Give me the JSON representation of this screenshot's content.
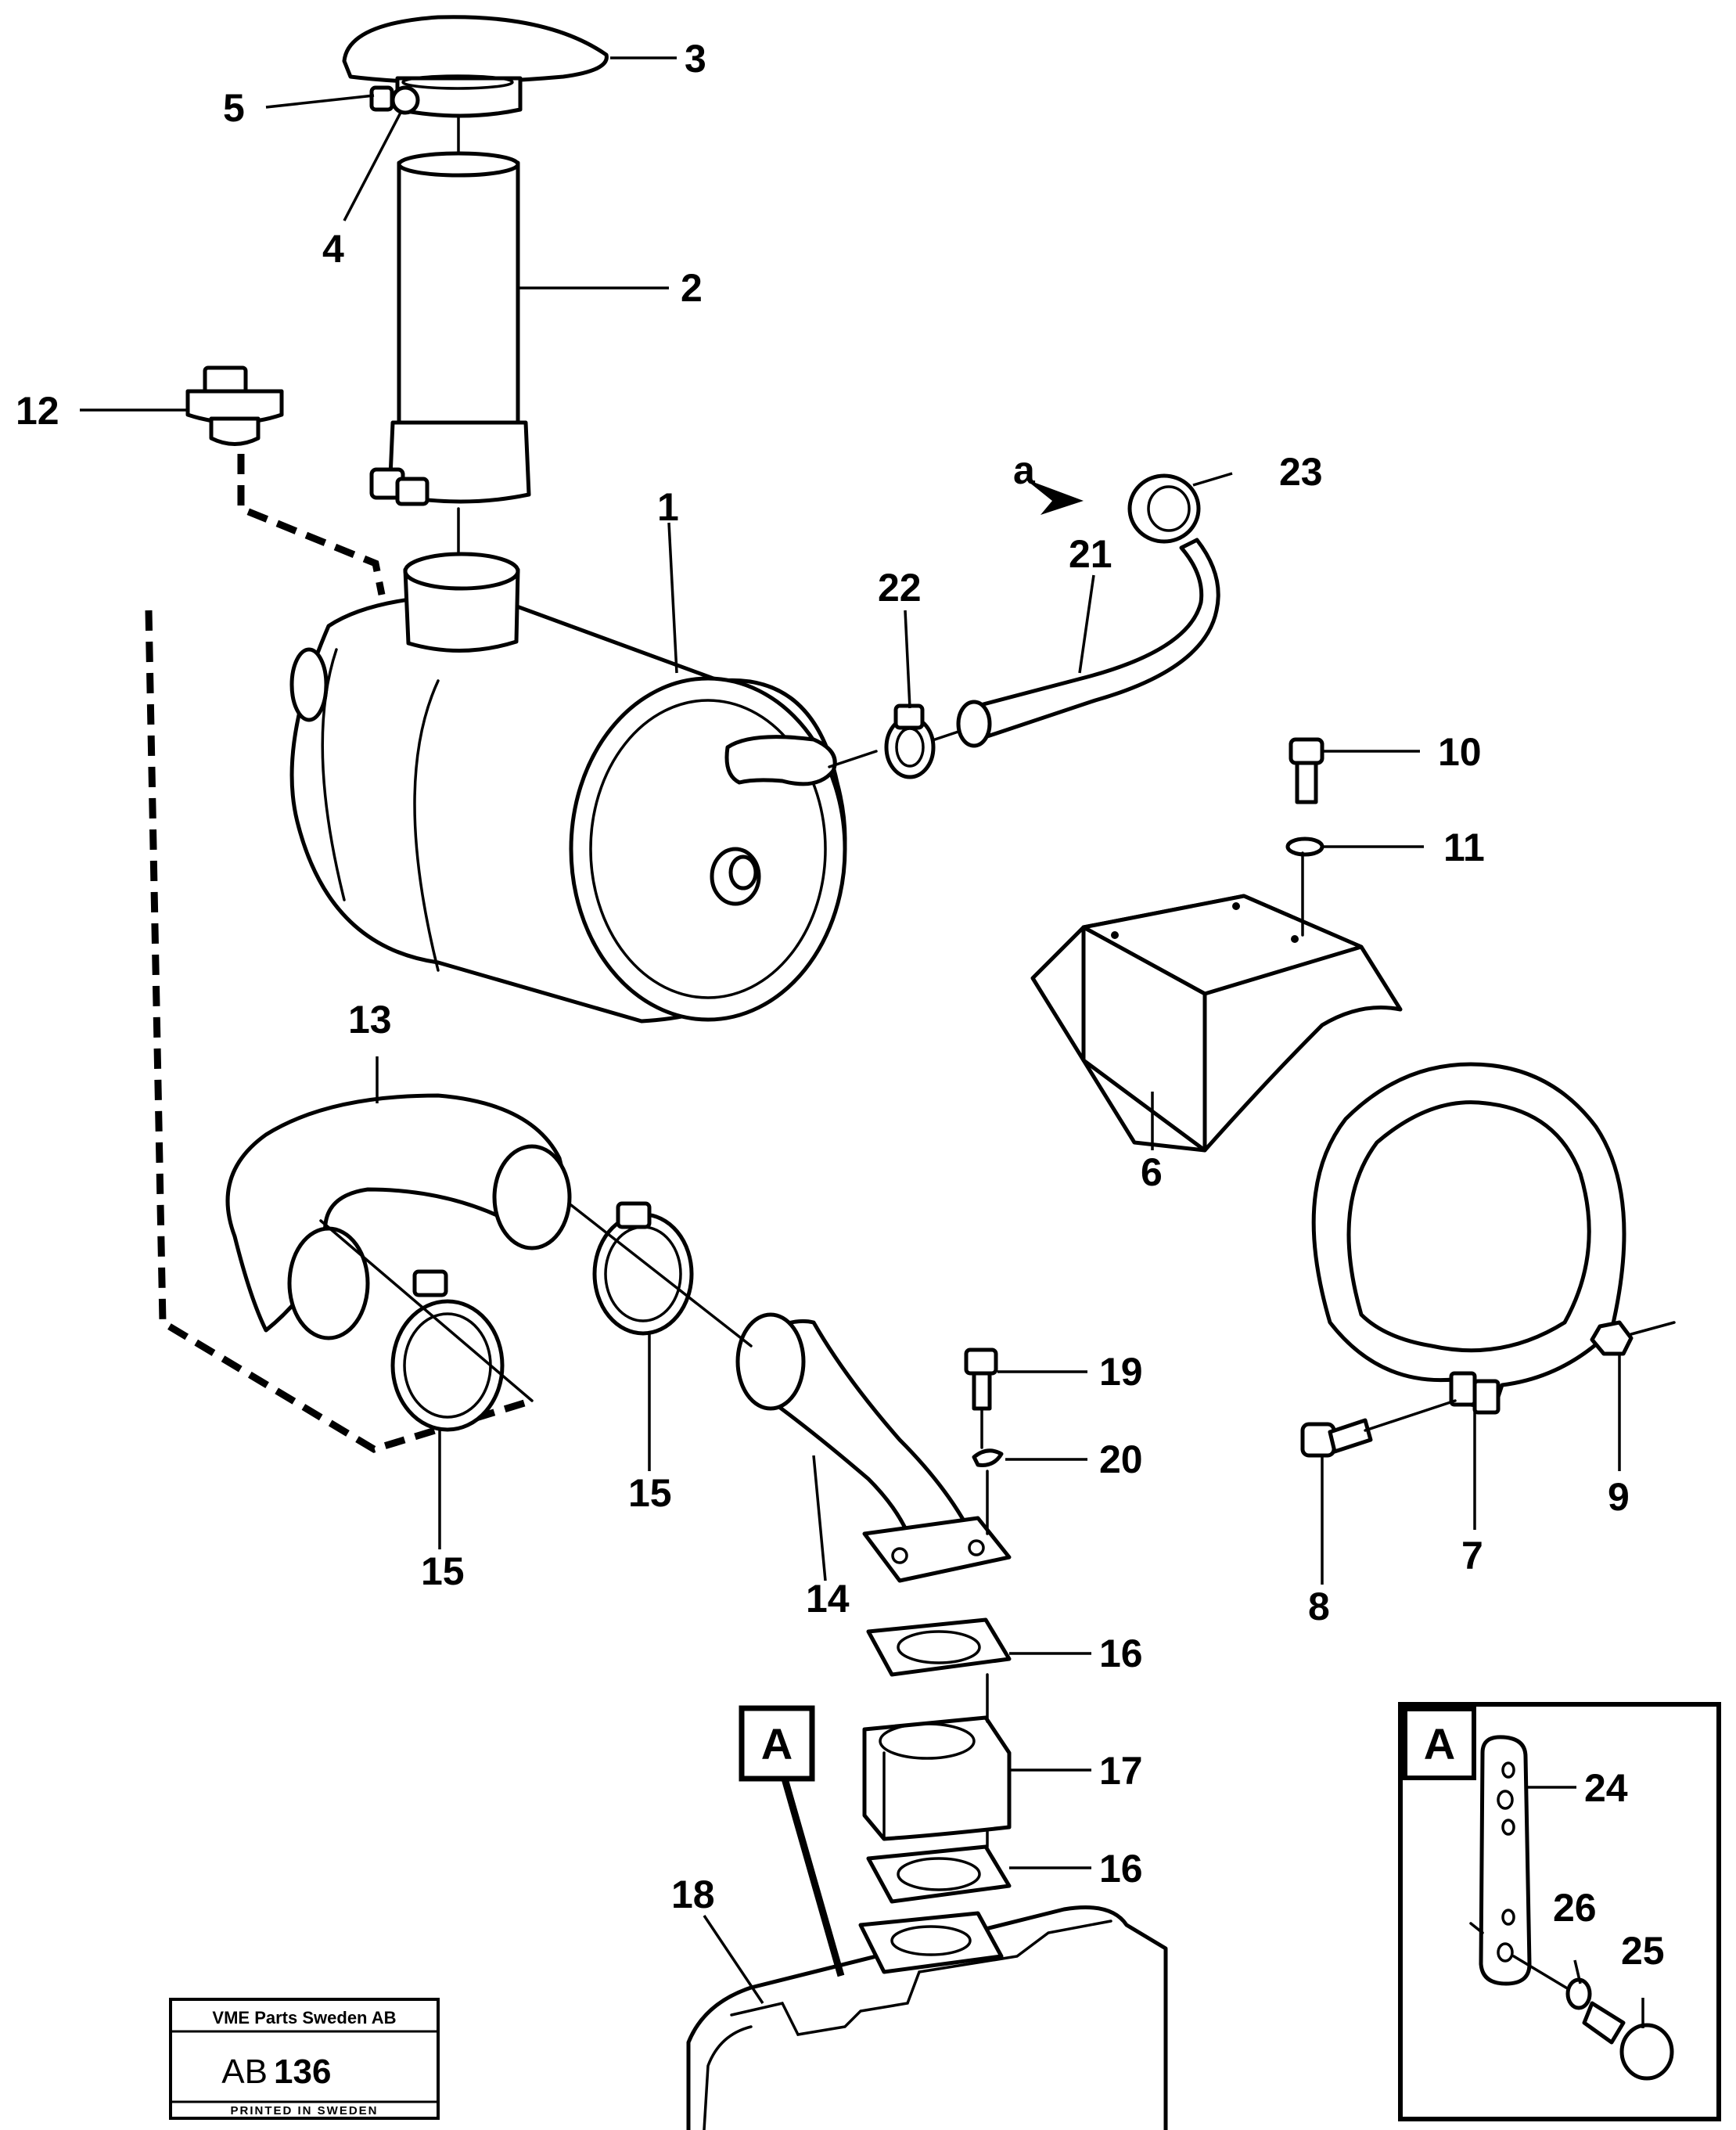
{
  "diagram": {
    "view_a_marker": "a",
    "detail_box_letter": "A",
    "callout_letter": "A",
    "part_labels": {
      "p1": "1",
      "p2": "2",
      "p3": "3",
      "p4": "4",
      "p5": "5",
      "p6": "6",
      "p7": "7",
      "p8": "8",
      "p9": "9",
      "p10": "10",
      "p11": "11",
      "p12": "12",
      "p13": "13",
      "p14": "14",
      "p15a": "15",
      "p15b": "15",
      "p16a": "16",
      "p16b": "16",
      "p17": "17",
      "p18": "18",
      "p19": "19",
      "p20": "20",
      "p21": "21",
      "p22": "22",
      "p23": "23",
      "p24": "24",
      "p25": "25",
      "p26": "26"
    }
  },
  "stamp": {
    "company": "VME Parts Sweden AB",
    "code_prefix": "AB",
    "code_number": "136",
    "printed": "PRINTED IN SWEDEN"
  }
}
